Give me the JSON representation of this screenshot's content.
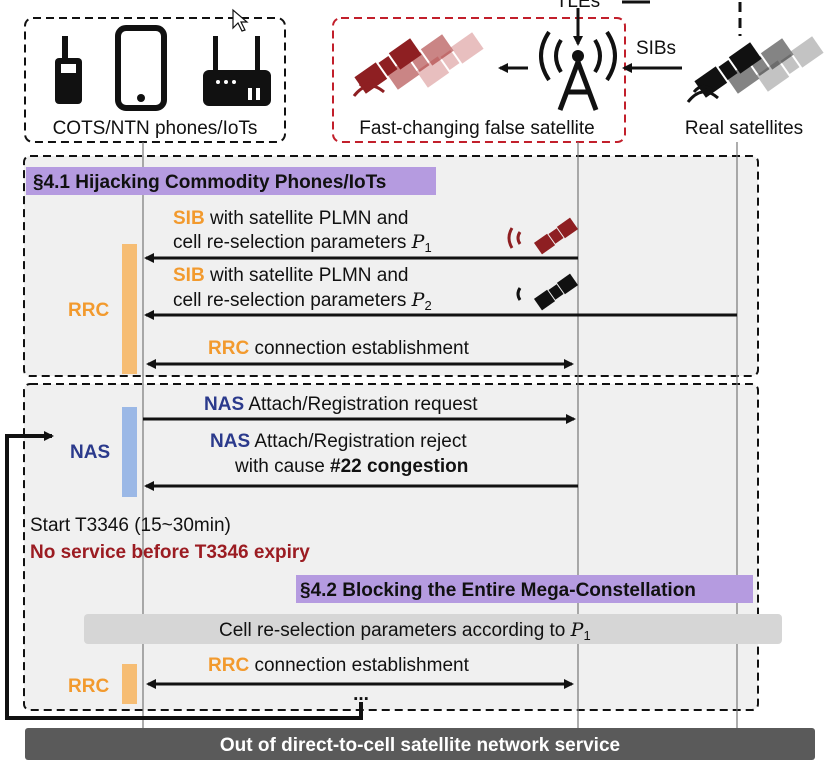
{
  "nodes": {
    "ues_label": "COTS/NTN phones/IoTs",
    "false_sat_label": "Fast-changing false satellite",
    "real_sat_label": "Real satellites",
    "top_label": "TLEs",
    "sibs_label": "SIBs"
  },
  "section1": {
    "title": "§4.1 Hijacking Commodity Phones/IoTs",
    "rrc_label": "RRC",
    "msg1_kw": "SIB",
    "msg1_rest": " with satellite PLMN and",
    "msg1_line2": "cell re-selection parameters ",
    "msg1_param": "P",
    "msg1_sub": "1",
    "msg2_kw": "SIB",
    "msg2_rest": " with satellite PLMN and",
    "msg2_line2": "cell re-selection parameters ",
    "msg2_param": "P",
    "msg2_sub": "2",
    "msg3_kw": "RRC",
    "msg3_rest": " connection establishment"
  },
  "section2": {
    "nas_label": "NAS",
    "msg4_kw": "NAS",
    "msg4_rest": " Attach/Registration request",
    "msg5_kw": "NAS",
    "msg5_rest": " Attach/Registration reject",
    "msg5_line2": "with cause ",
    "msg5_cause": "#22 congestion",
    "timer_text": "Start T3346 (15~30min)",
    "no_service": "No service before T3346 expiry",
    "title2": "§4.2 Blocking the Entire Mega-Constellation",
    "cell_reselect": "Cell re-selection parameters according to ",
    "cell_param": "P",
    "cell_sub": "1",
    "rrc_label2": "RRC",
    "msg6_kw": "RRC",
    "msg6_rest": " connection establishment",
    "ellipsis": "..."
  },
  "footer": "Out of direct-to-cell satellite network service",
  "colors": {
    "orange": "#f29a2e",
    "rrc_bar": "#f6bd74",
    "nas_bar": "#9bb8e6",
    "navy": "#2b3a8c",
    "dark_red": "#9b1c22",
    "title_bg": "#b59be0",
    "section_bg": "#f0f0f0",
    "grey_bar": "#d6d6d6",
    "footer_bg": "#5a5a5a"
  }
}
